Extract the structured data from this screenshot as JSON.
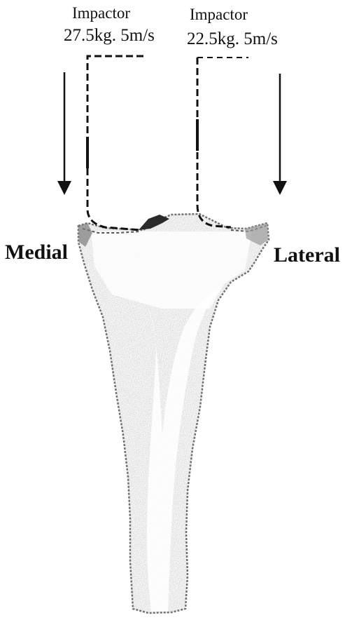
{
  "labels": {
    "left_impactor": {
      "title": "Impactor",
      "spec": "27.5kg. 5m/s"
    },
    "right_impactor": {
      "title": "Impactor",
      "spec": "22.5kg. 5m/s"
    },
    "medial": "Medial",
    "lateral": "Lateral"
  },
  "colors": {
    "ink": "#111111",
    "bone_texture": "#8a8a8a",
    "background": "#ffffff"
  }
}
